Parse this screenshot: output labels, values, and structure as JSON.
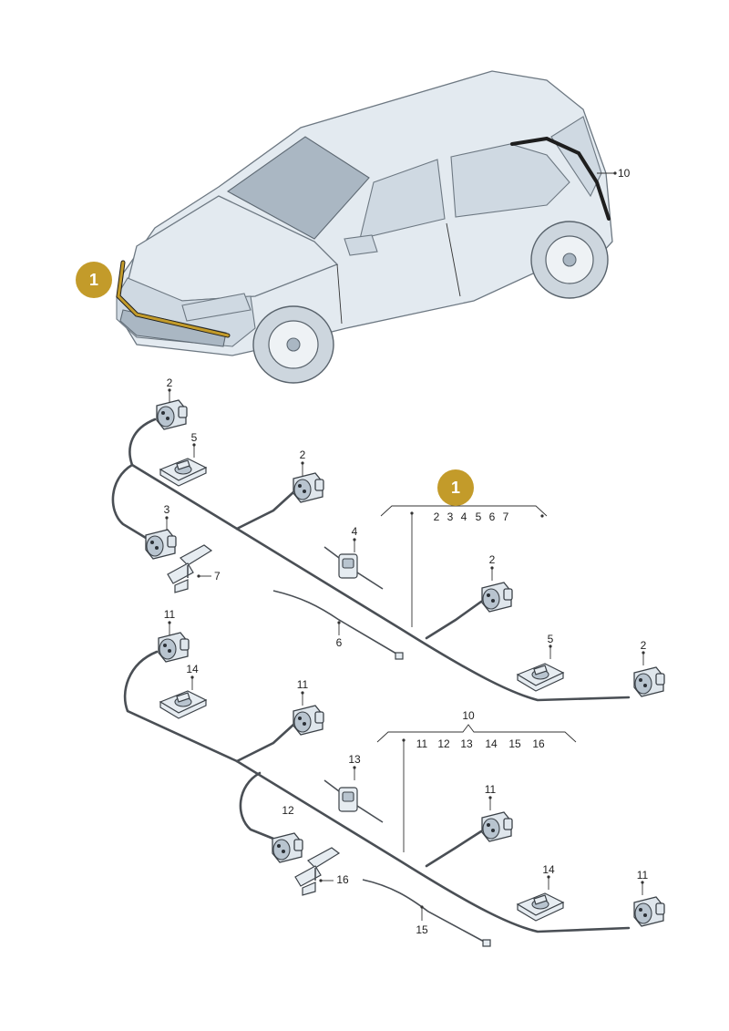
{
  "badges": [
    {
      "text": "1"
    },
    {
      "text": "1"
    }
  ],
  "labels": {
    "part_10_car": "10",
    "top_group": {
      "conn_top_left": "2",
      "sensor_mount": "5",
      "conn_mid": "2",
      "conn_side": "3",
      "holder": "4",
      "clip": "7",
      "cable_tie": "6",
      "conn_right_mid": "2",
      "mount_right": "5",
      "conn_end": "2",
      "list": [
        "2",
        "3",
        "4",
        "5",
        "6",
        "7"
      ]
    },
    "bottom_group": {
      "header": "10",
      "conn_top_left": "11",
      "sensor_mount": "14",
      "conn_mid": "11",
      "holder": "13",
      "conn_side": "12",
      "clip": "16",
      "cable_tie": "15",
      "conn_right_mid": "11",
      "mount_right": "14",
      "conn_end": "11",
      "list": [
        "11",
        "12",
        "13",
        "14",
        "15",
        "16"
      ]
    }
  },
  "colors": {
    "badge": "#c39b2a",
    "harness_highlight": "#c39b2a",
    "line": "#333333"
  },
  "icons": [
    "connector-icon",
    "sensor-mount-icon",
    "holder-icon",
    "clip-icon",
    "cable-tie-icon"
  ]
}
